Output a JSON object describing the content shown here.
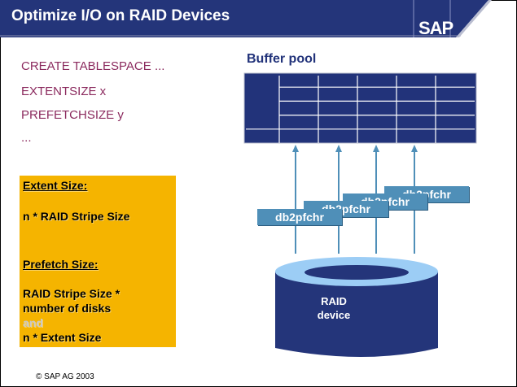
{
  "slide": {
    "title": "Optimize I/O on RAID Devices",
    "logo": "SAP",
    "copyright": "© SAP AG 2003"
  },
  "colors": {
    "header_blue": "#24357a",
    "code_text": "#8b2a5e",
    "note_box": "#f5b400",
    "buffer_blue": "#22337a",
    "process_box": "#4f8fb8",
    "disk_top": "#9ccdf5"
  },
  "code": {
    "lines": [
      "CREATE TABLESPACE ...",
      "EXTENTSIZE x",
      "PREFETCHSIZE y",
      "..."
    ]
  },
  "note_box": {
    "extent_heading": "Extent Size:",
    "extent_formula": "n * RAID Stripe Size",
    "prefetch_heading": "Prefetch Size:",
    "prefetch_line1": "RAID Stripe Size *",
    "prefetch_line2": "number of disks",
    "prefetch_and": "and",
    "prefetch_line3": "n * Extent Size"
  },
  "diagram": {
    "buffer_pool_title": "Buffer pool",
    "buffer_pool_rows": 5,
    "buffer_pool_cols": 6,
    "prefetchers": [
      "db2pfchr",
      "db2pfchr",
      "db2pfchr",
      "db2pfchr"
    ],
    "disk_label_line1": "RAID",
    "disk_label_line2": "device"
  }
}
